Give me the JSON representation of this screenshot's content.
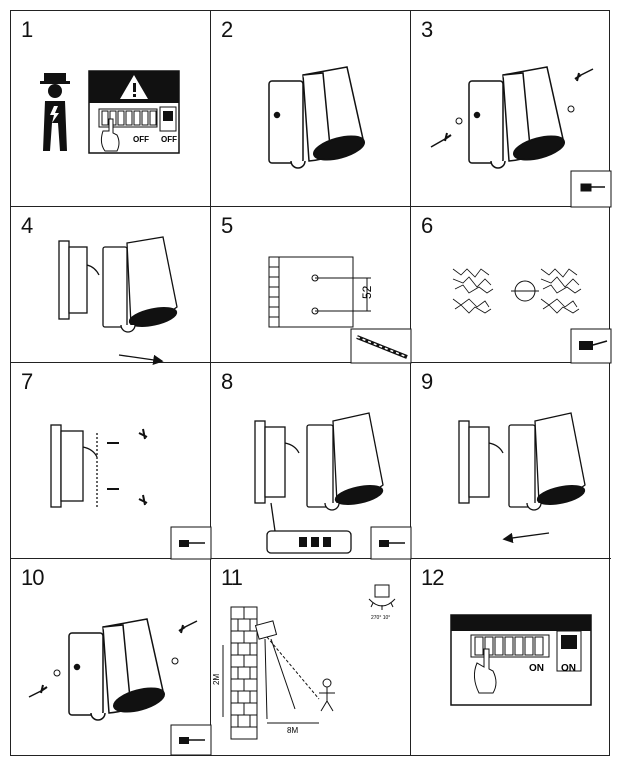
{
  "steps": [
    {
      "number": "1",
      "labels": {
        "breaker_off": "OFF",
        "switch_off": "OFF"
      }
    },
    {
      "number": "2"
    },
    {
      "number": "3"
    },
    {
      "number": "4"
    },
    {
      "number": "5",
      "labels": {
        "dimension": "52"
      }
    },
    {
      "number": "6"
    },
    {
      "number": "7"
    },
    {
      "number": "8"
    },
    {
      "number": "9"
    },
    {
      "number": "10"
    },
    {
      "number": "11",
      "labels": {
        "height": "2M",
        "distance": "8M",
        "angle": "270° 10°"
      }
    },
    {
      "number": "12",
      "labels": {
        "breaker_on": "ON",
        "switch_on": "ON"
      }
    }
  ],
  "icons": {
    "tool_screwdriver": "screwdriver-icon",
    "tool_drill": "drill-icon",
    "tool_pencil": "pencil-icon",
    "warning": "warning-icon",
    "electrician": "electrician-icon",
    "sensor": "motion-sensor-icon"
  }
}
